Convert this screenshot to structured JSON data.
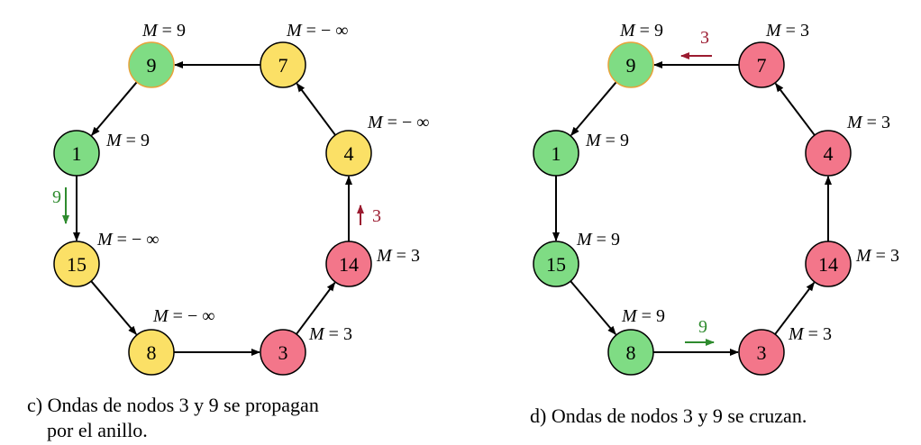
{
  "colors": {
    "green": "#7fdc84",
    "yellow": "#fbe066",
    "red": "#f3768a",
    "msg_green": "#2e8b2e",
    "msg_red": "#9b1b30",
    "stroke": "#000000"
  },
  "panels": [
    {
      "id": "c",
      "caption_lines": [
        "c) Ondas de nodos 3 y 9 se propagan",
        "por el anillo."
      ],
      "nodes": [
        {
          "id": "9",
          "label": "9",
          "state": "green",
          "m": "M = 9"
        },
        {
          "id": "7",
          "label": "7",
          "state": "yellow",
          "m": "M = − ∞"
        },
        {
          "id": "1",
          "label": "1",
          "state": "green",
          "m": "M = 9"
        },
        {
          "id": "4",
          "label": "4",
          "state": "yellow",
          "m": "M = − ∞"
        },
        {
          "id": "15",
          "label": "15",
          "state": "yellow",
          "m": "M = − ∞"
        },
        {
          "id": "14",
          "label": "14",
          "state": "red",
          "m": "M = 3"
        },
        {
          "id": "8",
          "label": "8",
          "state": "yellow",
          "m": "M = − ∞"
        },
        {
          "id": "3",
          "label": "3",
          "state": "red",
          "m": "M = 3"
        }
      ],
      "edges": [
        [
          "7",
          "9"
        ],
        [
          "9",
          "1"
        ],
        [
          "1",
          "15"
        ],
        [
          "15",
          "8"
        ],
        [
          "8",
          "3"
        ],
        [
          "3",
          "14"
        ],
        [
          "14",
          "4"
        ],
        [
          "4",
          "7"
        ]
      ],
      "messages": [
        {
          "label": "9",
          "color": "green"
        },
        {
          "label": "3",
          "color": "red"
        }
      ]
    },
    {
      "id": "d",
      "caption_lines": [
        "d) Ondas de nodos 3 y 9 se cruzan."
      ],
      "nodes": [
        {
          "id": "9",
          "label": "9",
          "state": "green",
          "m": "M = 9"
        },
        {
          "id": "7",
          "label": "7",
          "state": "red",
          "m": "M = 3"
        },
        {
          "id": "1",
          "label": "1",
          "state": "green",
          "m": "M = 9"
        },
        {
          "id": "4",
          "label": "4",
          "state": "red",
          "m": "M = 3"
        },
        {
          "id": "15",
          "label": "15",
          "state": "green",
          "m": "M = 9"
        },
        {
          "id": "14",
          "label": "14",
          "state": "red",
          "m": "M = 3"
        },
        {
          "id": "8",
          "label": "8",
          "state": "green",
          "m": "M = 9"
        },
        {
          "id": "3",
          "label": "3",
          "state": "red",
          "m": "M = 3"
        }
      ],
      "edges": [
        [
          "7",
          "9"
        ],
        [
          "9",
          "1"
        ],
        [
          "1",
          "15"
        ],
        [
          "15",
          "8"
        ],
        [
          "8",
          "3"
        ],
        [
          "3",
          "14"
        ],
        [
          "14",
          "4"
        ],
        [
          "4",
          "7"
        ]
      ],
      "messages": [
        {
          "label": "3",
          "color": "red"
        },
        {
          "label": "9",
          "color": "green"
        }
      ]
    }
  ]
}
